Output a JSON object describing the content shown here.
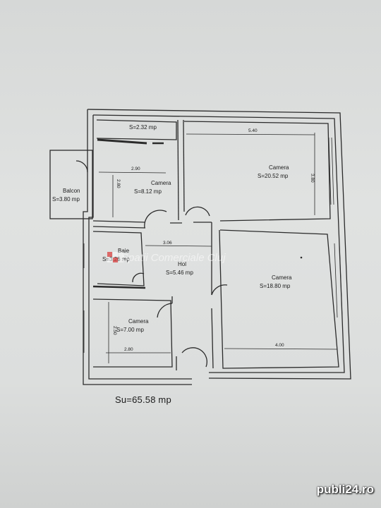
{
  "rooms": [
    {
      "name": "",
      "area": "S=2.32 mp"
    },
    {
      "name": "Camera",
      "area": "S=20.52 mp"
    },
    {
      "name": "Balcon",
      "area": "S=3.80 mp"
    },
    {
      "name": "Camera",
      "area": "S=8.12 mp"
    },
    {
      "name": "Baie",
      "area": "S=3.26 mp"
    },
    {
      "name": "Hol",
      "area": "S=5.46 mp"
    },
    {
      "name": "Camera",
      "area": "S=18.80 mp"
    },
    {
      "name": "Camera",
      "area": "S=7.00 mp"
    }
  ],
  "dimensions": [
    "5.40",
    "3.80",
    "2.90",
    "2.80",
    "3.06",
    "4.00",
    "2.50",
    "2.80"
  ],
  "total_area": "Su=65.58 mp",
  "watermark": "Spatii Comerciale Cluj",
  "brand": {
    "name": "publi24",
    "tld": ".ro"
  },
  "colors": {
    "wall": "#2b2b2b",
    "paper": "#dcdedd",
    "watermark_icon": "#d94040"
  }
}
